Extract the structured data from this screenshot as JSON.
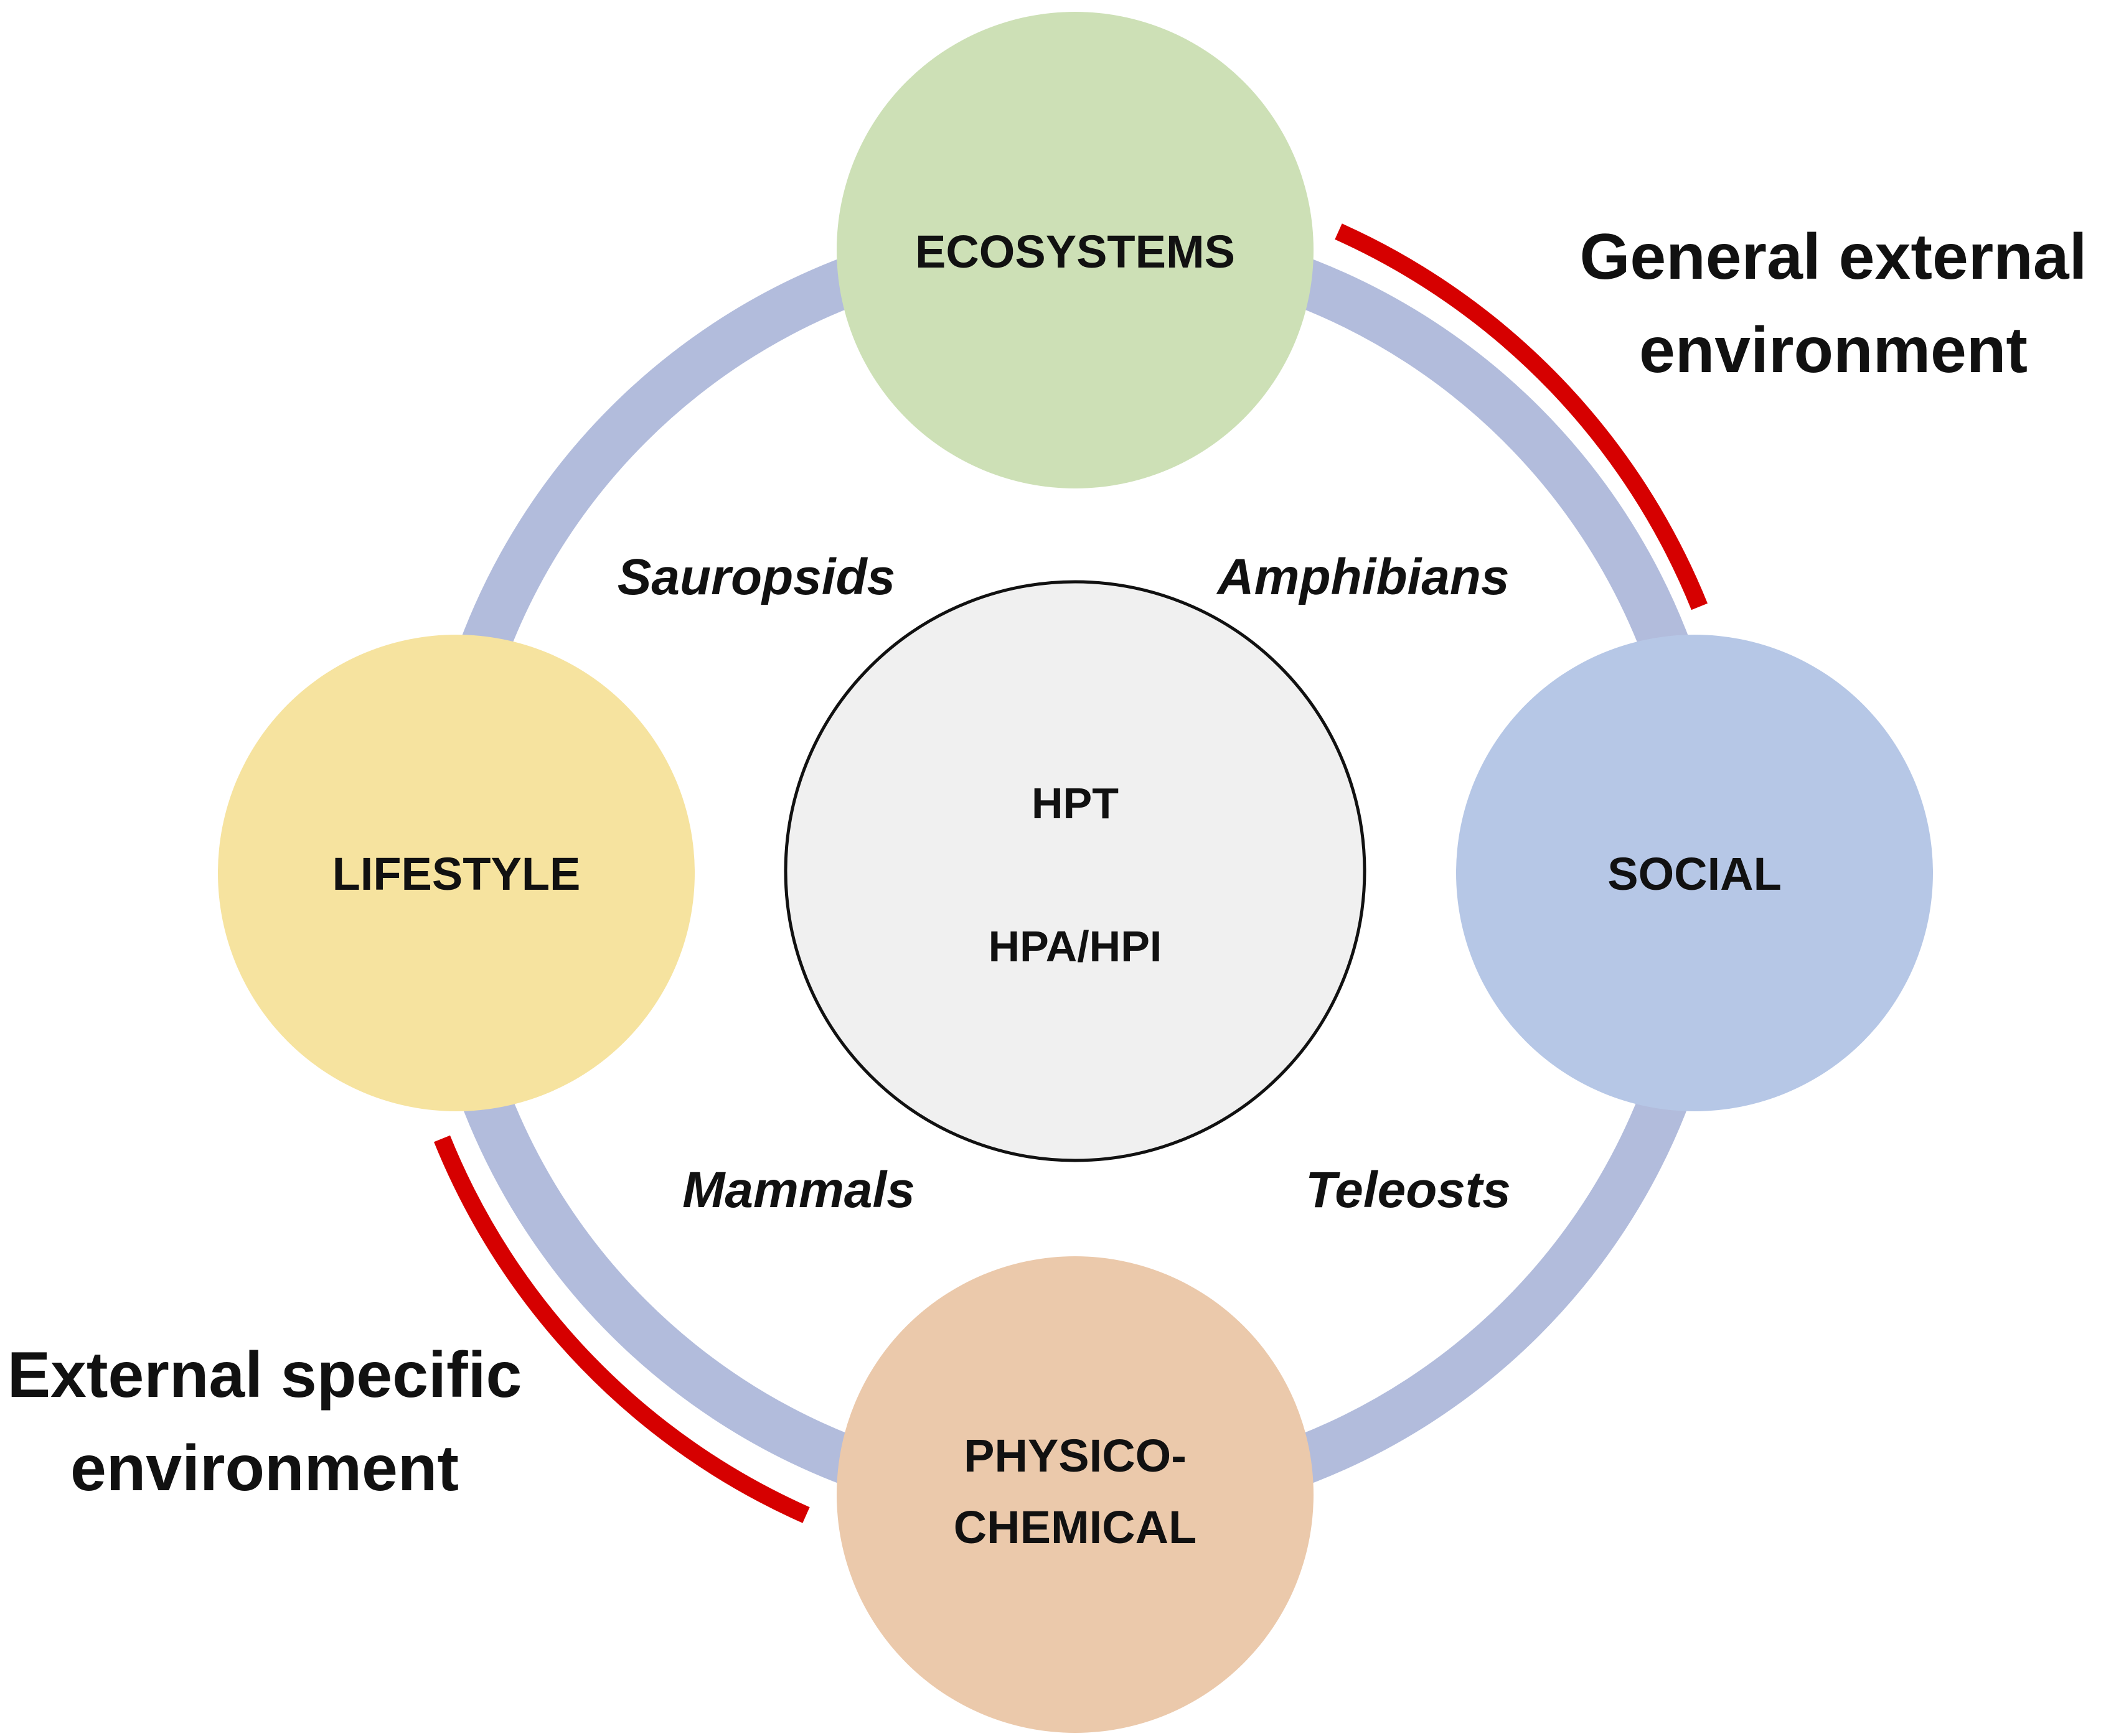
{
  "nodes": {
    "ecosystems": {
      "label": "ECOSYSTEMS",
      "color": "#cde0b6"
    },
    "social": {
      "label": "SOCIAL",
      "color": "#b6c7e6"
    },
    "physico_chemical": {
      "line1": "PHYSICO-",
      "line2": "CHEMICAL",
      "color": "#ebc9ab"
    },
    "lifestyle": {
      "label": "LIFESTYLE",
      "color": "#f6e39f"
    }
  },
  "core": {
    "line1": "HPT",
    "line2": "HPA/HPI",
    "fill": "#f0f0f0",
    "stroke": "#111111"
  },
  "taxa": {
    "top_left": "Sauropsids",
    "top_right": "Amphibians",
    "bottom_left": "Mammals",
    "bottom_right": "Teleosts"
  },
  "environments": {
    "general": {
      "line1": "General external",
      "line2": "environment"
    },
    "specific": {
      "line1": "External specific",
      "line2": "environment"
    }
  },
  "colors": {
    "ring": "#b2bcdc",
    "accent_arc": "#d60000"
  }
}
